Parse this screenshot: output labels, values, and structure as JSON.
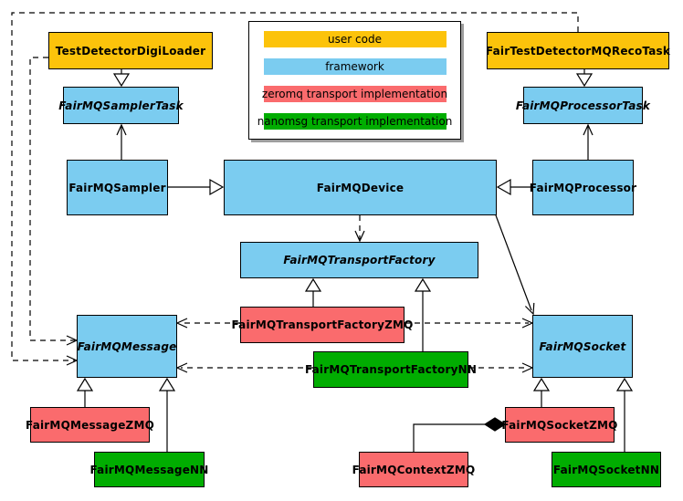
{
  "legend": {
    "items": [
      {
        "label": "user code",
        "color": "#FCC30B"
      },
      {
        "label": "framework",
        "color": "#7BCCF0"
      },
      {
        "label": "zeromq transport implementation",
        "color": "#FA6B6D"
      },
      {
        "label": "nanomsg transport implementation",
        "color": "#01AD01"
      }
    ]
  },
  "nodes": {
    "digi_loader": {
      "label": "TestDetectorDigiLoader",
      "category": "user code",
      "abstract": false
    },
    "reco_task": {
      "label": "FairTestDetectorMQRecoTask",
      "category": "user code",
      "abstract": false
    },
    "sampler_task": {
      "label": "FairMQSamplerTask",
      "category": "framework",
      "abstract": true
    },
    "processor_task": {
      "label": "FairMQProcessorTask",
      "category": "framework",
      "abstract": true
    },
    "sampler": {
      "label": "FairMQSampler",
      "category": "framework",
      "abstract": false
    },
    "device": {
      "label": "FairMQDevice",
      "category": "framework",
      "abstract": false
    },
    "processor": {
      "label": "FairMQProcessor",
      "category": "framework",
      "abstract": false
    },
    "transport_factory": {
      "label": "FairMQTransportFactory",
      "category": "framework",
      "abstract": true
    },
    "message": {
      "label": "FairMQMessage",
      "category": "framework",
      "abstract": true
    },
    "socket": {
      "label": "FairMQSocket",
      "category": "framework",
      "abstract": true
    },
    "tf_zmq": {
      "label": "FairMQTransportFactoryZMQ",
      "category": "zeromq transport implementation",
      "abstract": false
    },
    "tf_nn": {
      "label": "FairMQTransportFactoryNN",
      "category": "nanomsg transport implementation",
      "abstract": false
    },
    "msg_zmq": {
      "label": "FairMQMessageZMQ",
      "category": "zeromq transport implementation",
      "abstract": false
    },
    "msg_nn": {
      "label": "FairMQMessageNN",
      "category": "nanomsg transport implementation",
      "abstract": false
    },
    "sock_zmq": {
      "label": "FairMQSocketZMQ",
      "category": "zeromq transport implementation",
      "abstract": false
    },
    "sock_nn": {
      "label": "FairMQSocketNN",
      "category": "nanomsg transport implementation",
      "abstract": false
    },
    "ctx_zmq": {
      "label": "FairMQContextZMQ",
      "category": "zeromq transport implementation",
      "abstract": false
    }
  },
  "edges": [
    {
      "from": "TestDetectorDigiLoader",
      "to": "FairMQSamplerTask",
      "type": "inheritance"
    },
    {
      "from": "FairTestDetectorMQRecoTask",
      "to": "FairMQProcessorTask",
      "type": "inheritance"
    },
    {
      "from": "FairMQSampler",
      "to": "FairMQDevice",
      "type": "inheritance"
    },
    {
      "from": "FairMQProcessor",
      "to": "FairMQDevice",
      "type": "inheritance"
    },
    {
      "from": "FairMQSampler",
      "to": "FairMQSamplerTask",
      "type": "association"
    },
    {
      "from": "FairMQProcessor",
      "to": "FairMQProcessorTask",
      "type": "association"
    },
    {
      "from": "FairMQDevice",
      "to": "FairMQTransportFactory",
      "type": "dependency-dashed"
    },
    {
      "from": "FairMQDevice",
      "to": "FairMQSocket",
      "type": "association"
    },
    {
      "from": "TestDetectorDigiLoader",
      "to": "FairMQMessage",
      "type": "dependency-dashed"
    },
    {
      "from": "FairTestDetectorMQRecoTask",
      "to": "FairMQMessage",
      "type": "dependency-dashed"
    },
    {
      "from": "FairMQTransportFactoryZMQ",
      "to": "FairMQTransportFactory",
      "type": "inheritance"
    },
    {
      "from": "FairMQTransportFactoryNN",
      "to": "FairMQTransportFactory",
      "type": "inheritance"
    },
    {
      "from": "FairMQTransportFactoryZMQ",
      "to": "FairMQMessage",
      "type": "dependency-dashed"
    },
    {
      "from": "FairMQTransportFactoryZMQ",
      "to": "FairMQSocket",
      "type": "dependency-dashed"
    },
    {
      "from": "FairMQTransportFactoryNN",
      "to": "FairMQMessage",
      "type": "dependency-dashed"
    },
    {
      "from": "FairMQTransportFactoryNN",
      "to": "FairMQSocket",
      "type": "dependency-dashed"
    },
    {
      "from": "FairMQMessageZMQ",
      "to": "FairMQMessage",
      "type": "inheritance"
    },
    {
      "from": "FairMQMessageNN",
      "to": "FairMQMessage",
      "type": "inheritance"
    },
    {
      "from": "FairMQSocketZMQ",
      "to": "FairMQSocket",
      "type": "inheritance"
    },
    {
      "from": "FairMQSocketNN",
      "to": "FairMQSocket",
      "type": "inheritance"
    },
    {
      "from": "FairMQContextZMQ",
      "to": "FairMQSocketZMQ",
      "type": "composition"
    }
  ]
}
